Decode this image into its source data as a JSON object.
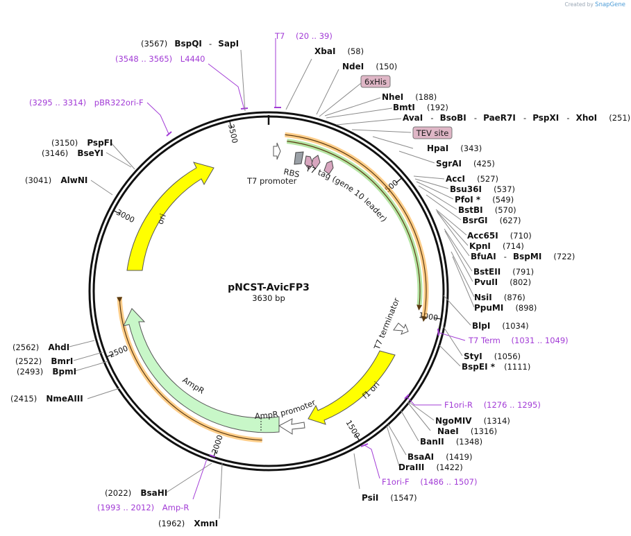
{
  "branding": {
    "created_by": "Created by",
    "brand": "SnapGene"
  },
  "plasmid": {
    "name": "pNCST-AvicFP3",
    "size_label": "3630 bp",
    "length": 3630
  },
  "colors": {
    "backbone": "#111111",
    "ori": "#ffff00",
    "ampr": "#c8f7c8",
    "orange_primer": "#ffa52a",
    "green_primer": "#79d05a",
    "primer_text": "#a23bd6",
    "tag_fill": "#d8a6bf",
    "gray_feature": "#9aa0a6"
  },
  "position_ticks": [
    {
      "pos": 500,
      "label": "500"
    },
    {
      "pos": 1000,
      "label": "1000"
    },
    {
      "pos": 1500,
      "label": "1500"
    },
    {
      "pos": 2000,
      "label": "2000"
    },
    {
      "pos": 2500,
      "label": "2500"
    },
    {
      "pos": 3000,
      "label": "3000"
    },
    {
      "pos": 3500,
      "label": "3500"
    }
  ],
  "features": [
    {
      "name": "T7 promoter",
      "start": 20,
      "end": 38,
      "type": "promoter"
    },
    {
      "name": "RBS",
      "start": 90,
      "end": 112,
      "type": "rbs"
    },
    {
      "name": "T7 tag (gene 10 leader)",
      "start": 125,
      "end": 154,
      "type": "cds"
    },
    {
      "name": "6xHis",
      "start": 160,
      "end": 177,
      "type": "tag"
    },
    {
      "name": "TEV site",
      "start": 209,
      "end": 229,
      "type": "tag"
    },
    {
      "name": "T7 terminator",
      "start": 1000,
      "end": 1047,
      "type": "terminator"
    },
    {
      "name": "f1 ori",
      "start": 1100,
      "end": 1556,
      "type": "ori"
    },
    {
      "name": "AmpR promoter",
      "start": 1600,
      "end": 1704,
      "type": "promoter"
    },
    {
      "name": "AmpR",
      "start": 1705,
      "end": 2565,
      "type": "cds"
    },
    {
      "name": "ori",
      "start": 2736,
      "end": 3324,
      "type": "ori"
    }
  ],
  "primer_arcs": [
    {
      "start": 60,
      "end": 1000,
      "color": "orange"
    },
    {
      "start": 70,
      "end": 960,
      "color": "green"
    },
    {
      "start": 1840,
      "end": 2700,
      "color": "orange"
    }
  ],
  "enzyme_labels": [
    {
      "name": "BspQI",
      "sep": "-",
      "name2": "SapI",
      "pos": "(3567)"
    },
    {
      "name": "XbaI",
      "pos": "(58)"
    },
    {
      "name": "NdeI",
      "pos": "(150)"
    },
    {
      "name": "NheI",
      "pos": "(188)"
    },
    {
      "name": "BmtI",
      "pos": "(192)"
    },
    {
      "name": "AvaI",
      "sep": "-",
      "name2": "BsoBI",
      "sep2": "-",
      "name3": "PaeR7I",
      "sep3": "-",
      "name4": "PspXI",
      "sep4": "-",
      "name5": "XhoI",
      "pos": "(251)"
    },
    {
      "name": "HpaI",
      "pos": "(343)"
    },
    {
      "name": "SgrAI",
      "pos": "(425)"
    },
    {
      "name": "AccI",
      "pos": "(527)"
    },
    {
      "name": "Bsu36I",
      "pos": "(537)"
    },
    {
      "name": "PfoI *",
      "pos": "(549)"
    },
    {
      "name": "BstBI",
      "pos": "(570)"
    },
    {
      "name": "BsrGI",
      "pos": "(627)"
    },
    {
      "name": "Acc65I",
      "pos": "(710)"
    },
    {
      "name": "KpnI",
      "pos": "(714)"
    },
    {
      "name": "BfuAI",
      "sep": "-",
      "name2": "BspMI",
      "pos": "(722)"
    },
    {
      "name": "BstEII",
      "pos": "(791)"
    },
    {
      "name": "PvuII",
      "pos": "(802)"
    },
    {
      "name": "NsiI",
      "pos": "(876)"
    },
    {
      "name": "PpuMI",
      "pos": "(898)"
    },
    {
      "name": "BlpI",
      "pos": "(1034)"
    },
    {
      "name": "StyI",
      "pos": "(1056)"
    },
    {
      "name": "BspEI *",
      "pos": "(1111)"
    },
    {
      "name": "NgoMIV",
      "pos": "(1314)"
    },
    {
      "name": "NaeI",
      "pos": "(1316)"
    },
    {
      "name": "BanII",
      "pos": "(1348)"
    },
    {
      "name": "BsaAI",
      "pos": "(1419)"
    },
    {
      "name": "DraIII",
      "pos": "(1422)"
    },
    {
      "name": "PsiI",
      "pos": "(1547)"
    },
    {
      "name": "XmnI",
      "pos": "(1962)"
    },
    {
      "name": "BsaHI",
      "pos": "(2022)"
    },
    {
      "name": "NmeAIII",
      "pos": "(2415)"
    },
    {
      "name": "BpmI",
      "pos": "(2493)"
    },
    {
      "name": "BmrI",
      "pos": "(2522)"
    },
    {
      "name": "AhdI",
      "pos": "(2562)"
    },
    {
      "name": "AlwNI",
      "pos": "(3041)"
    },
    {
      "name": "BseYI",
      "pos": "(3146)"
    },
    {
      "name": "PspFI",
      "pos": "(3150)"
    }
  ],
  "primer_labels": [
    {
      "name": "T7",
      "range": "(20 .. 39)"
    },
    {
      "name": "L4440",
      "range": "(3548 .. 3565)"
    },
    {
      "name": "pBR322ori-F",
      "range": "(3295 .. 3314)"
    },
    {
      "name": "T7 Term",
      "range": "(1031 .. 1049)"
    },
    {
      "name": "F1ori-R",
      "range": "(1276 .. 1295)"
    },
    {
      "name": "F1ori-F",
      "range": "(1486 .. 1507)"
    },
    {
      "name": "Amp-R",
      "range": "(1993 .. 2012)"
    }
  ],
  "feature_boxes": [
    {
      "name": "6xHis"
    },
    {
      "name": "TEV site"
    }
  ]
}
